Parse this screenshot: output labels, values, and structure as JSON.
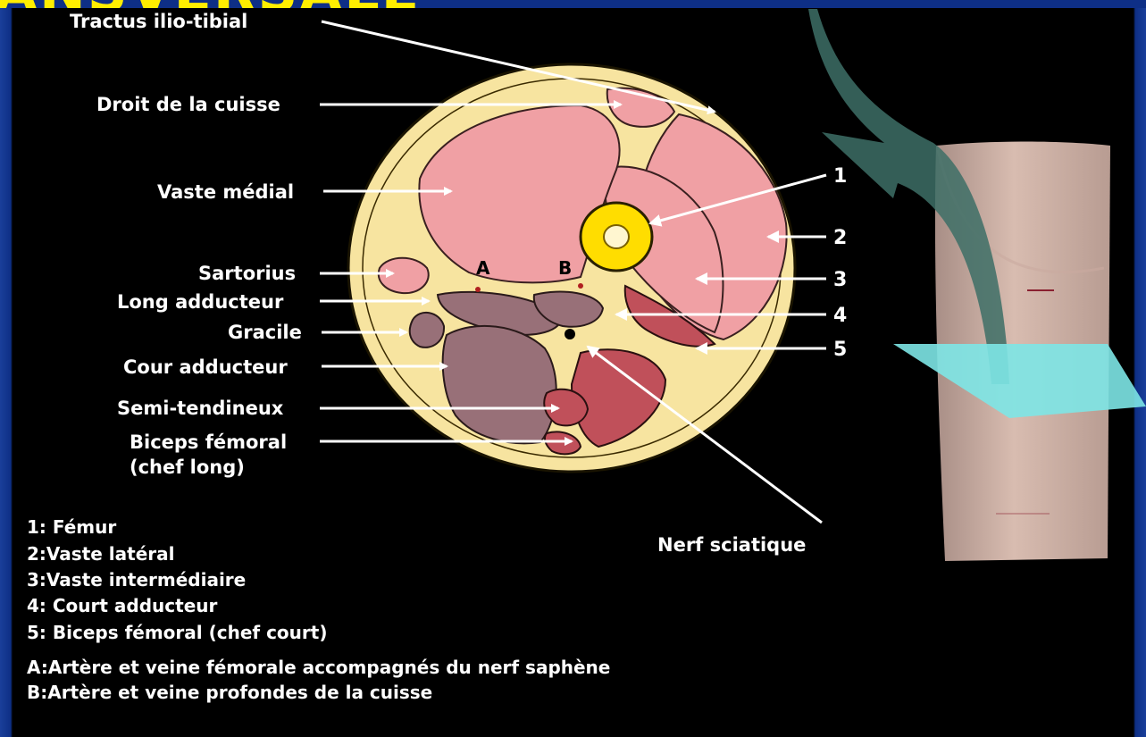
{
  "slide": {
    "heading": "ANSVERSALE",
    "colors": {
      "background": "#000000",
      "frame": "#0e2f86",
      "heading": "#ffee00",
      "fat": "#f7e4a0",
      "muscle_pink": "#f0a0a4",
      "muscle_red": "#c0505a",
      "adductor": "#987078",
      "bone": "#ffdd00",
      "leg": "#cfb2a6",
      "plane": "#70e0e0"
    }
  },
  "figure": {
    "labels": {
      "tractus": "Tractus ilio-tibial",
      "droit": "Droit de la cuisse",
      "vaste_medial": "Vaste médial",
      "sartorius": "Sartorius",
      "long_adducteur": "Long adducteur",
      "gracile": "Gracile",
      "cour_adducteur": "Cour adducteur",
      "semi_tendineux": "Semi-tendineux",
      "biceps_line1": "Biceps fémoral",
      "biceps_line2": "(chef long)",
      "n1": "1",
      "n2": "2",
      "n3": "3",
      "n4": "4",
      "n5": "5",
      "letter_a": "A",
      "letter_b": "B",
      "nerf": "Nerf sciatique"
    }
  },
  "legend": [
    "1: Fémur",
    "2:Vaste latéral",
    "3:Vaste intermédiaire",
    "4: Court adducteur",
    "5: Biceps fémoral (chef court)",
    "A:Artère et veine fémorale accompagnés du nerf saphène",
    "B:Artère et veine profondes de la cuisse"
  ]
}
